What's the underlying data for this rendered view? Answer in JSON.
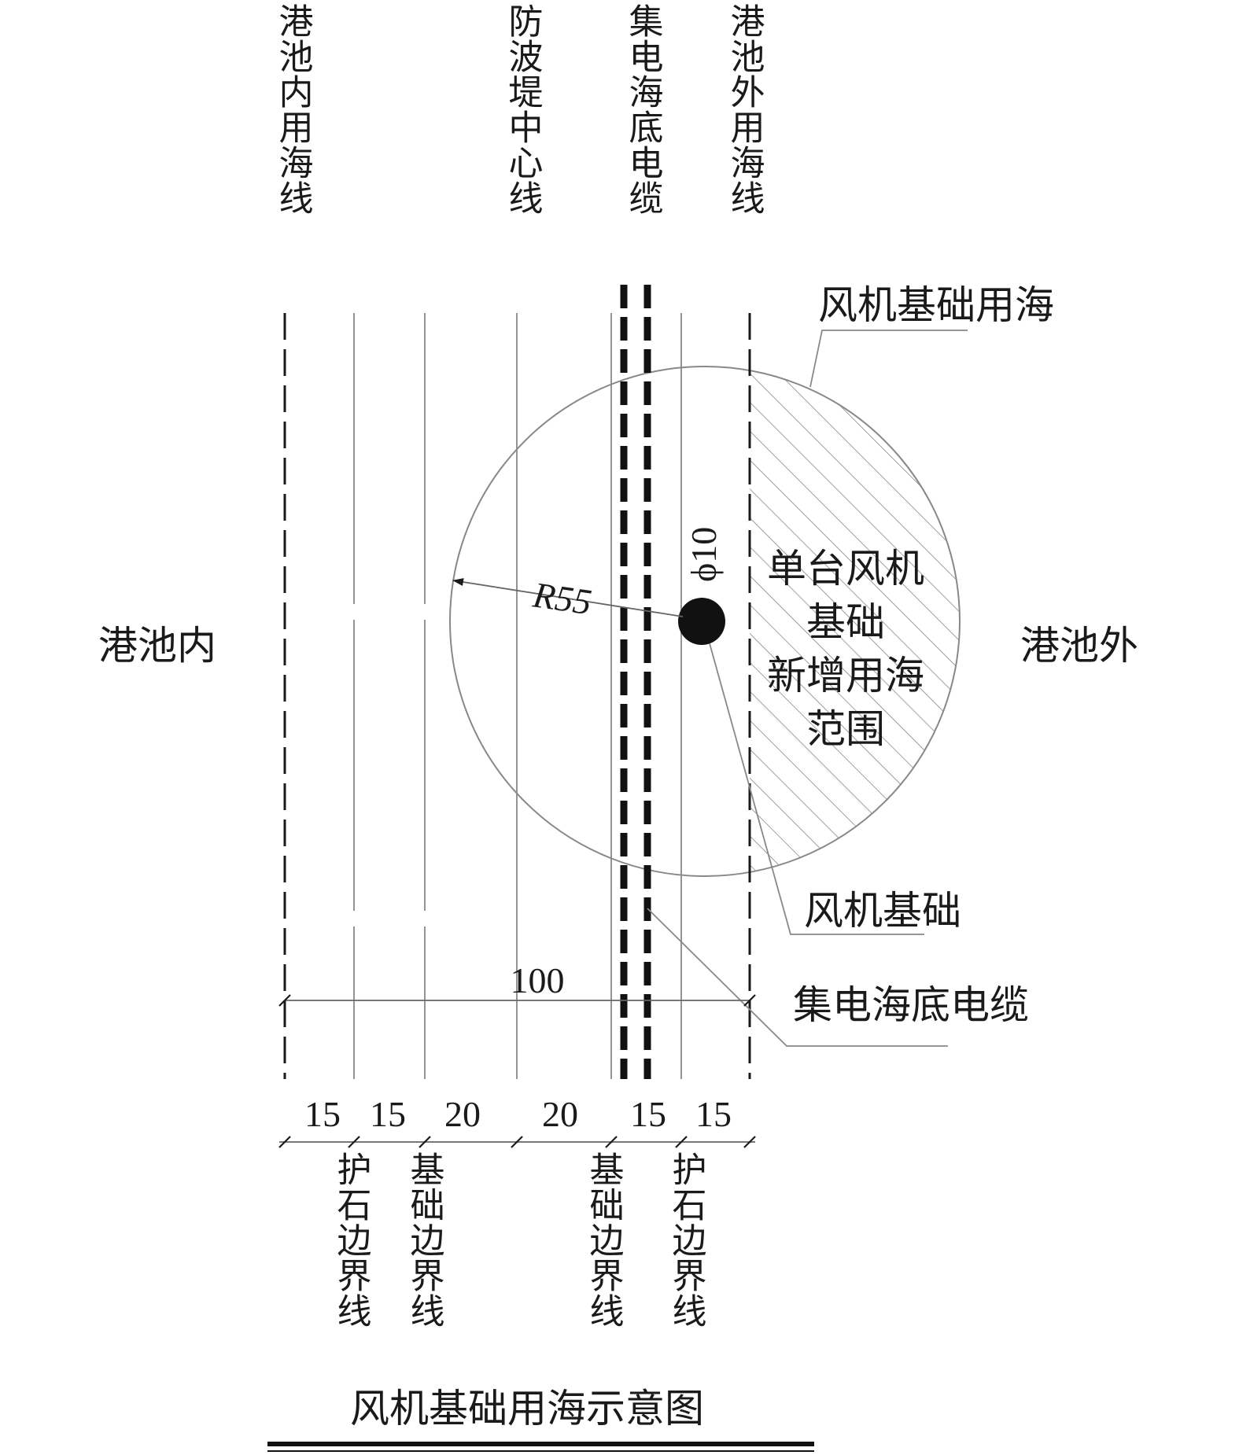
{
  "top_labels": {
    "inner_harbor_line": "港池内用海线",
    "breakwater_centerline": "防波堤中心线",
    "collector_cable_top": "集电海底电缆",
    "outer_harbor_line": "港池外用海线"
  },
  "bottom_labels": {
    "armor_left": "护石边界线",
    "foundation_left": "基础边界线",
    "foundation_right": "基础边界线",
    "armor_right": "护石边界线"
  },
  "side_labels": {
    "inner": "港池内",
    "outer": "港池外"
  },
  "callouts": {
    "turbine_sea_use": "风机基础用海",
    "turbine_foundation": "风机基础",
    "collector_cable": "集电海底电缆"
  },
  "new_area_lines": [
    "单台风机",
    "基础",
    "新增用海",
    "范围"
  ],
  "dimensions": {
    "radius_label": "R55",
    "diameter_label": "ϕ10",
    "total_width": "100",
    "segments": [
      "15",
      "15",
      "20",
      "20",
      "15",
      "15"
    ]
  },
  "title": "风机基础用海示意图"
}
